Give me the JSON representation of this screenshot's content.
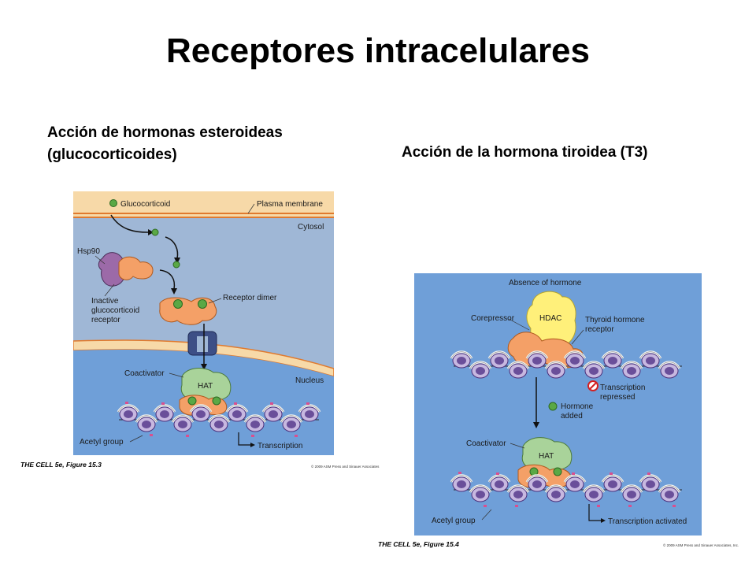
{
  "title": "Receptores intracelulares",
  "left": {
    "subtitle_line1": "Acción de hormonas esteroideas",
    "subtitle_line2": "(glucocorticoides)",
    "labels": {
      "glucocorticoid": "Glucocorticoid",
      "plasma_membrane": "Plasma membrane",
      "cytosol": "Cytosol",
      "hsp90": "Hsp90",
      "inactive_1": "Inactive",
      "inactive_2": "glucocorticoid",
      "inactive_3": "receptor",
      "receptor_dimer": "Receptor dimer",
      "coactivator": "Coactivator",
      "hat": "HAT",
      "nucleus": "Nucleus",
      "acetyl_group": "Acetyl group",
      "transcription": "Transcription"
    },
    "caption": "THE CELL 5e, Figure 15.3",
    "copyright": "© 2009 ASM Press and Sinauer Associates"
  },
  "right": {
    "subtitle": "Acción de la hormona tiroidea (T3)",
    "labels": {
      "absence": "Absence of hormone",
      "corepressor": "Corepressor",
      "hdac": "HDAC",
      "thyroid_1": "Thyroid hormone",
      "thyroid_2": "receptor",
      "repressed_1": "Transcription",
      "repressed_2": "repressed",
      "hormone_1": "Hormone",
      "hormone_2": "added",
      "coactivator": "Coactivator",
      "hat": "HAT",
      "acetyl_group": "Acetyl group",
      "activated": "Transcription activated"
    },
    "caption": "THE CELL 5e, Figure 15.4",
    "copyright": "© 2009 ASM Press and Sinauer Associates, Inc."
  },
  "colors": {
    "membrane_band": "#f7d9a8",
    "cytosol": "#9fb7d6",
    "nucleus": "#6f9fd8",
    "panel_blue": "#6f9fd8",
    "receptor": "#f4a067",
    "hormone": "#5aa845",
    "hsp90": "#9c6aa8",
    "hat": "#a9d39a",
    "hdac": "#fff07a",
    "dna": "#e9e9e9",
    "histone": "#6a4f9a"
  }
}
